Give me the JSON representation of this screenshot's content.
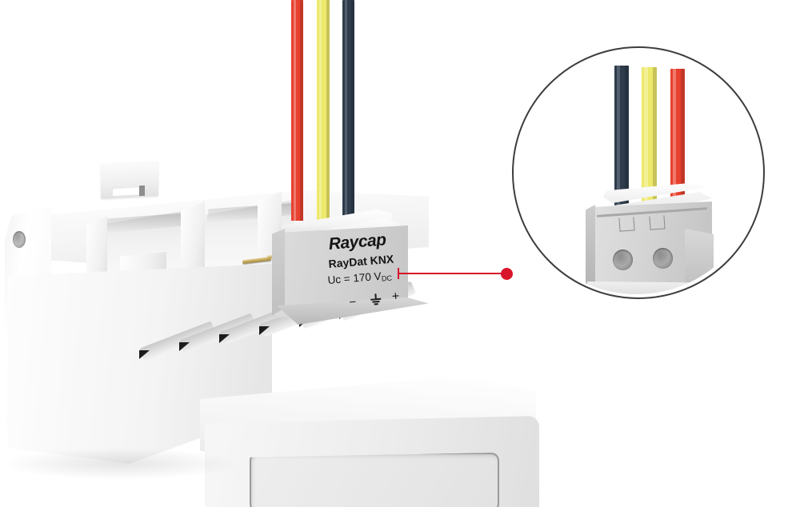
{
  "illustration": {
    "title": "Raycap RayDat KNX surge protection module on DIN rail enclosure",
    "background_color": "#ffffff"
  },
  "module": {
    "brand": "Raycap",
    "model": "RayDat KNX",
    "rating_prefix": "Uc = 170 V",
    "rating_subscript": "DC",
    "rating_full": "Uc = 170 VDC",
    "body_color": "#d4d4d4",
    "terminals": [
      {
        "symbol": "−",
        "name": "negative"
      },
      {
        "symbol": "earth-ground",
        "name": "ground"
      },
      {
        "symbol": "+",
        "name": "positive"
      }
    ]
  },
  "wires": {
    "main_view_order": [
      "red",
      "yellow",
      "navy"
    ],
    "detail_view_order": [
      "navy",
      "yellow",
      "red"
    ],
    "colors": {
      "red": "#e8412f",
      "yellow": "#ede96a",
      "navy": "#2e3c4c"
    }
  },
  "enclosure": {
    "name": "DIN rail enclosure",
    "body_color": "#f4f4f4",
    "mounting_holes": 2,
    "terminal_pins": 3,
    "comb_slots": 6,
    "din_clip": "din-rail-clip"
  },
  "callout": {
    "line_color": "#d8152a",
    "circle_border_color": "#3d3d3d",
    "label": "magnified detail of wire connector",
    "detail": {
      "bracket_marks": 2,
      "screw_holes": 2
    }
  }
}
